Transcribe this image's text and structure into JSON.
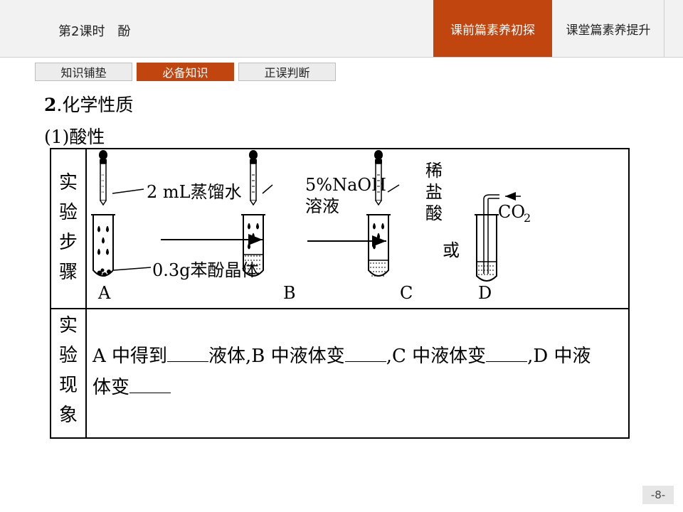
{
  "header": {
    "lesson_title": "第2课时　酚",
    "tab_active": "课前篇素养初探",
    "tab_inactive": "课堂篇素养提升"
  },
  "subtabs": [
    "知识铺垫",
    "必备知识",
    "正误判断"
  ],
  "content": {
    "heading_num": "2",
    "heading_text": ".化学性质",
    "subheading": "(1)酸性",
    "row1_label": [
      "实",
      "验",
      "步",
      "骤"
    ],
    "row2_label": [
      "实",
      "验",
      "现",
      "象"
    ],
    "diagram": {
      "label_water": "2 mL蒸馏水",
      "label_phenol": "0.3g苯酚晶体",
      "label_naoh_1": "5%NaOH",
      "label_naoh_2": "溶液",
      "label_acid": [
        "稀",
        "盐",
        "酸"
      ],
      "label_or": "或",
      "label_co2": "CO",
      "label_co2_sub": "2",
      "tube_A": "A",
      "tube_B": "B",
      "tube_C": "C",
      "tube_D": "D"
    },
    "phenomenon": {
      "p1": "A 中得到",
      "p2": "液体,B 中液体变",
      "p3": ",C 中液体变",
      "p4": ",D 中液",
      "p5": "体变"
    }
  },
  "page_number": "-8-",
  "colors": {
    "accent": "#c0450f",
    "bar": "#f2f2f2"
  }
}
